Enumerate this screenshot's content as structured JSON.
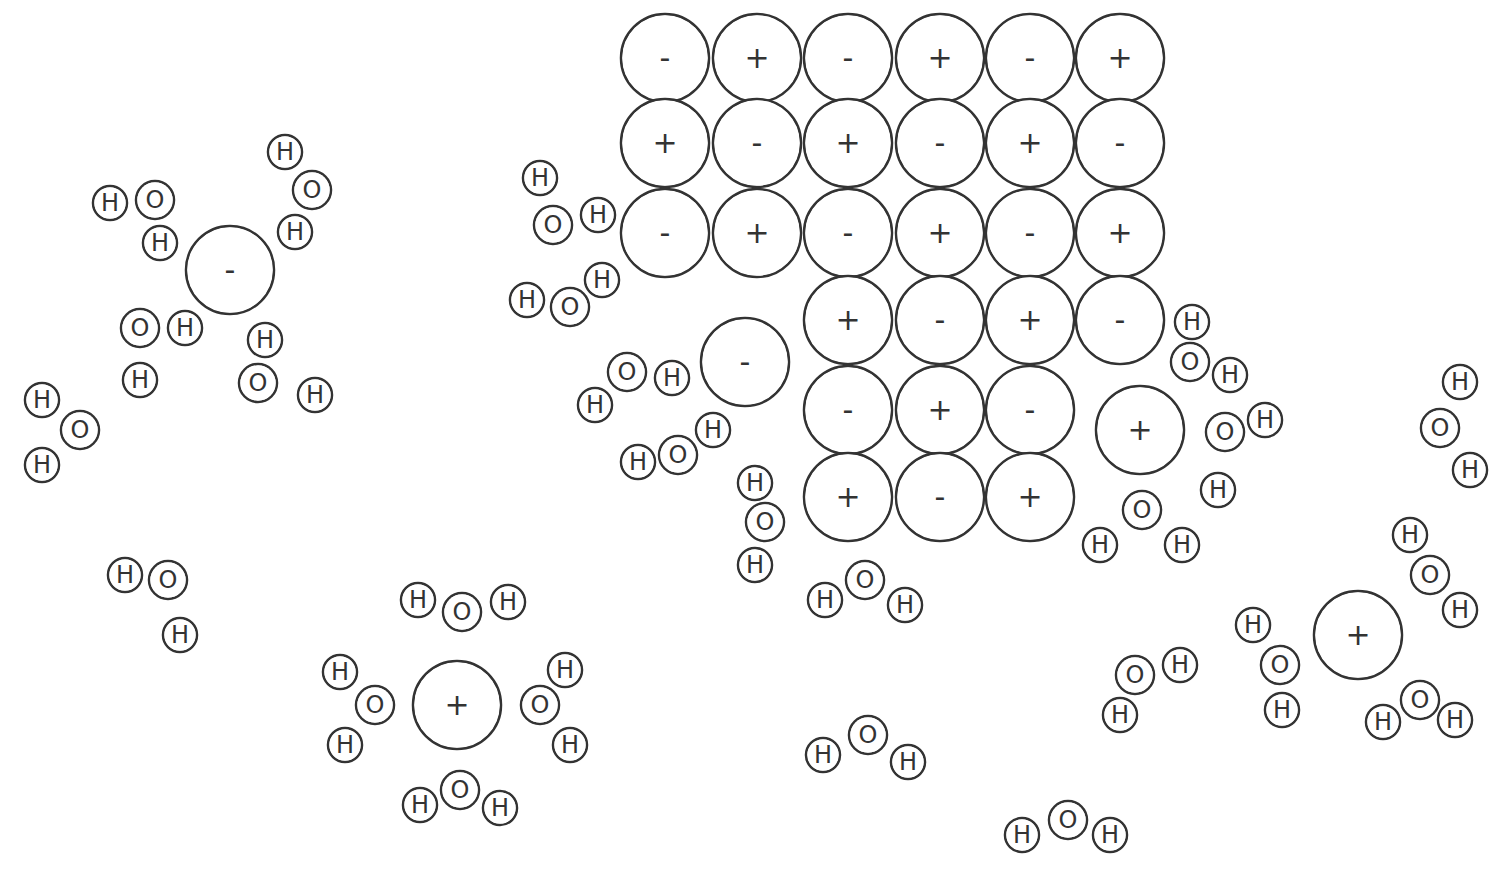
{
  "diagram": {
    "nodes": [
      {
        "text": [
          "-"
        ]
      },
      {
        "text": [
          "+"
        ]
      },
      {
        "text": [
          "-"
        ]
      },
      {
        "text": [
          "+"
        ]
      },
      {
        "text": [
          "-"
        ]
      },
      {
        "text": [
          "+"
        ]
      },
      {
        "text": [
          "+"
        ]
      },
      {
        "text": [
          "-"
        ]
      },
      {
        "text": [
          "+"
        ]
      },
      {
        "text": [
          "-"
        ]
      },
      {
        "text": [
          "+"
        ]
      },
      {
        "text": [
          "-"
        ]
      },
      {
        "text": [
          "-"
        ]
      },
      {
        "text": [
          "+"
        ]
      },
      {
        "text": [
          "-"
        ]
      },
      {
        "text": [
          "+"
        ]
      },
      {
        "text": [
          "-"
        ]
      },
      {
        "text": [
          "+"
        ]
      },
      {
        "text": [
          "+"
        ]
      },
      {
        "text": [
          "-"
        ]
      },
      {
        "text": [
          "+"
        ]
      },
      {
        "text": [
          "-"
        ]
      },
      {
        "text": [
          "-"
        ]
      },
      {
        "text": [
          "+"
        ]
      },
      {
        "text": [
          "-"
        ]
      },
      {
        "text": [
          "+"
        ]
      },
      {
        "text": [
          "-"
        ]
      },
      {
        "text": [
          "+"
        ]
      },
      {
        "text": [
          "-"
        ]
      },
      {
        "text": [
          "-"
        ]
      },
      {
        "text": [
          "+"
        ]
      },
      {
        "text": [
          "+"
        ]
      },
      {
        "text": [
          "+"
        ]
      },
      {
        "text": [
          "H",
          "O",
          "H"
        ]
      },
      {
        "text": [
          "H",
          "O",
          "H"
        ]
      },
      {
        "text": [
          "O",
          "H",
          "H"
        ]
      },
      {
        "text": [
          "H",
          "O",
          "H"
        ]
      },
      {
        "text": [
          "H",
          "O",
          "H"
        ]
      },
      {
        "text": [
          "H",
          "O",
          "H"
        ]
      },
      {
        "text": [
          "H",
          "O",
          "H"
        ]
      },
      {
        "text": [
          "H",
          "O",
          "H"
        ]
      },
      {
        "text": [
          "H",
          "O",
          "H"
        ]
      },
      {
        "text": [
          "H",
          "O",
          "H"
        ]
      },
      {
        "text": [
          "H",
          "O",
          "H"
        ]
      },
      {
        "text": [
          "H",
          "O",
          "H"
        ]
      },
      {
        "text": [
          "O",
          "H",
          "H"
        ]
      },
      {
        "text": [
          "H",
          "O",
          "H"
        ]
      },
      {
        "text": [
          "H",
          "O",
          "H"
        ]
      },
      {
        "text": [
          "H",
          "O",
          "H"
        ]
      },
      {
        "text": [
          "H",
          "O",
          "H"
        ]
      },
      {
        "text": [
          "O",
          "H",
          "H"
        ]
      },
      {
        "text": [
          "H",
          "O",
          "H"
        ]
      },
      {
        "text": [
          "H",
          "O",
          "H"
        ]
      },
      {
        "text": [
          "H",
          "O",
          "H"
        ]
      },
      {
        "text": [
          "H",
          "O",
          "H"
        ]
      },
      {
        "text": [
          "H",
          "O",
          "H"
        ]
      },
      {
        "text": [
          "O",
          "H",
          "H"
        ]
      },
      {
        "text": [
          "H",
          "O",
          "H"
        ]
      },
      {
        "text": [
          "H",
          "O",
          "H"
        ]
      }
    ]
  }
}
